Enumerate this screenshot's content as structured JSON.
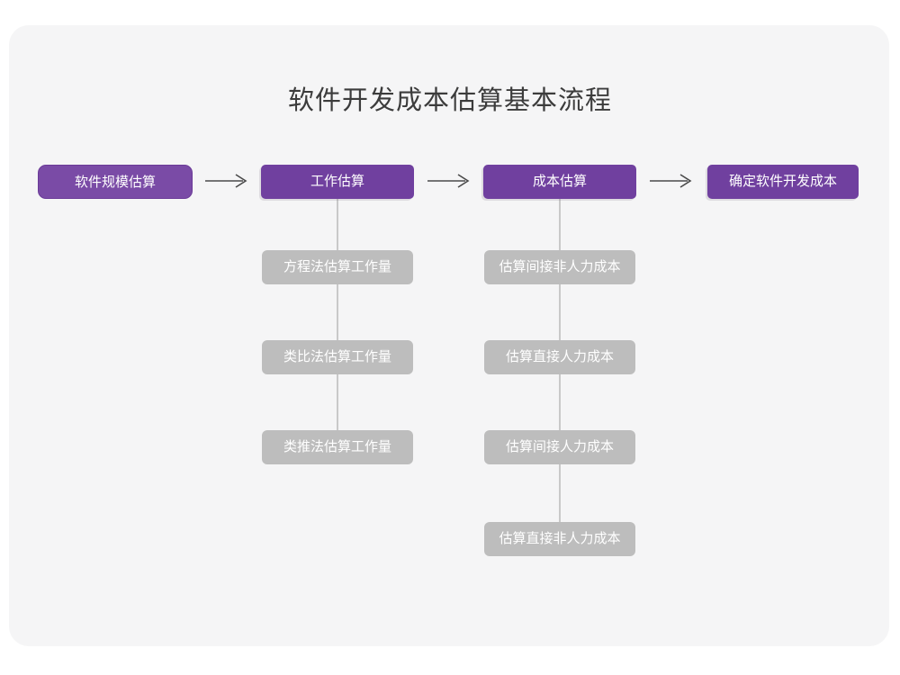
{
  "card": {
    "background_color": "#f5f5f6"
  },
  "diagram": {
    "title": "软件开发成本估算基本流程",
    "type": "flowchart",
    "accent_color": "#70409f",
    "substep_color": "#bdbdbd",
    "connector_color": "#c9c9c9",
    "arrow_glyph": "right-arrow",
    "stages": [
      {
        "id": "stage-1",
        "label": "软件规模估算",
        "style": "rounded-outlined",
        "substeps": []
      },
      {
        "id": "stage-2",
        "label": "工作估算",
        "style": "sharp-shadow",
        "substeps": [
          "方程法估算工作量",
          "类比法估算工作量",
          "类推法估算工作量"
        ]
      },
      {
        "id": "stage-3",
        "label": "成本估算",
        "style": "sharp-shadow",
        "substeps": [
          "估算间接非人力成本",
          "估算直接人力成本",
          "估算间接人力成本",
          "估算直接非人力成本"
        ]
      },
      {
        "id": "stage-4",
        "label": "确定软件开发成本",
        "style": "sharp-shadow",
        "substeps": []
      }
    ],
    "arrows": [
      {
        "from": "stage-1",
        "to": "stage-2"
      },
      {
        "from": "stage-2",
        "to": "stage-3"
      },
      {
        "from": "stage-3",
        "to": "stage-4"
      }
    ]
  }
}
